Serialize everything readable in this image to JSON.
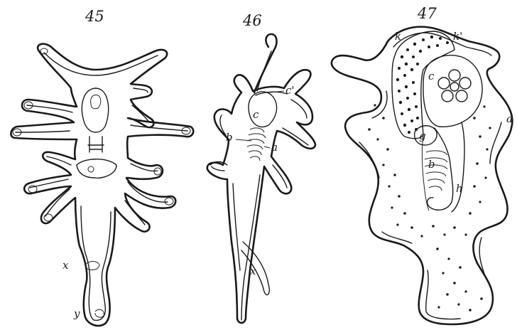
{
  "figure_numbers": [
    "45",
    "46",
    "47"
  ],
  "labels": {
    "fig45": {
      "x": "x",
      "y": "y"
    },
    "fig46": {
      "c_prime": "c'",
      "c": "c",
      "b": "b",
      "a": "a",
      "x": "x"
    },
    "fig47": {
      "k": "k",
      "k_prime": "k'",
      "c": "c",
      "a": "a",
      "g": "g",
      "b": "b",
      "h": "h"
    }
  }
}
